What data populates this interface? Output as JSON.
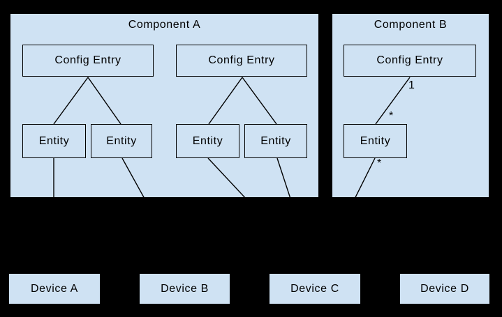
{
  "colors": {
    "background": "#000000",
    "node_fill": "#cfe2f3",
    "node_border": "#000000",
    "line": "#000000",
    "text": "#000000"
  },
  "components": [
    {
      "title": "Component A",
      "config_entries": [
        {
          "label": "Config Entry",
          "entities": [
            "Entity",
            "Entity"
          ]
        },
        {
          "label": "Config Entry",
          "entities": [
            "Entity",
            "Entity"
          ]
        }
      ]
    },
    {
      "title": "Component B",
      "config_entries": [
        {
          "label": "Config Entry",
          "entities": [
            "Entity"
          ]
        }
      ],
      "multiplicities": {
        "config_side": "1",
        "entity_side": "*",
        "device_side": "*"
      }
    }
  ],
  "devices": [
    "Device A",
    "Device B",
    "Device C",
    "Device D"
  ]
}
